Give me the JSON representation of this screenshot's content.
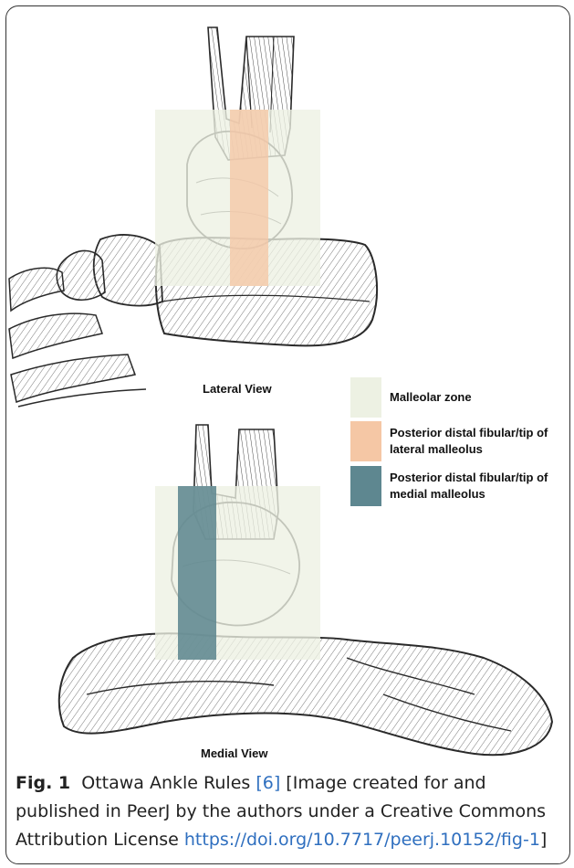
{
  "figure": {
    "top_label": "Lateral View",
    "bottom_label": "Medial View"
  },
  "legend": [
    {
      "label": "Malleolar zone",
      "color": "#edf1e3"
    },
    {
      "label": "Posterior distal fibular/tip of lateral malleolus",
      "color": "#f5c7a5"
    },
    {
      "label": "Posterior distal fibular/tip of medial malleolus",
      "color": "#5e8790"
    }
  ],
  "caption": {
    "label": "Fig. 1",
    "title": "Ottawa Ankle Rules",
    "citation": "[6]",
    "text_before_link": "[Image created for and published in PeerJ by the authors under a Creative Commons Attribution License",
    "link": "https://doi.org/10.7717/peerj.10152/fig-1",
    "text_after_link": "]"
  },
  "colors": {
    "ink": "#2a2a2a",
    "link": "#2f6fbf"
  }
}
